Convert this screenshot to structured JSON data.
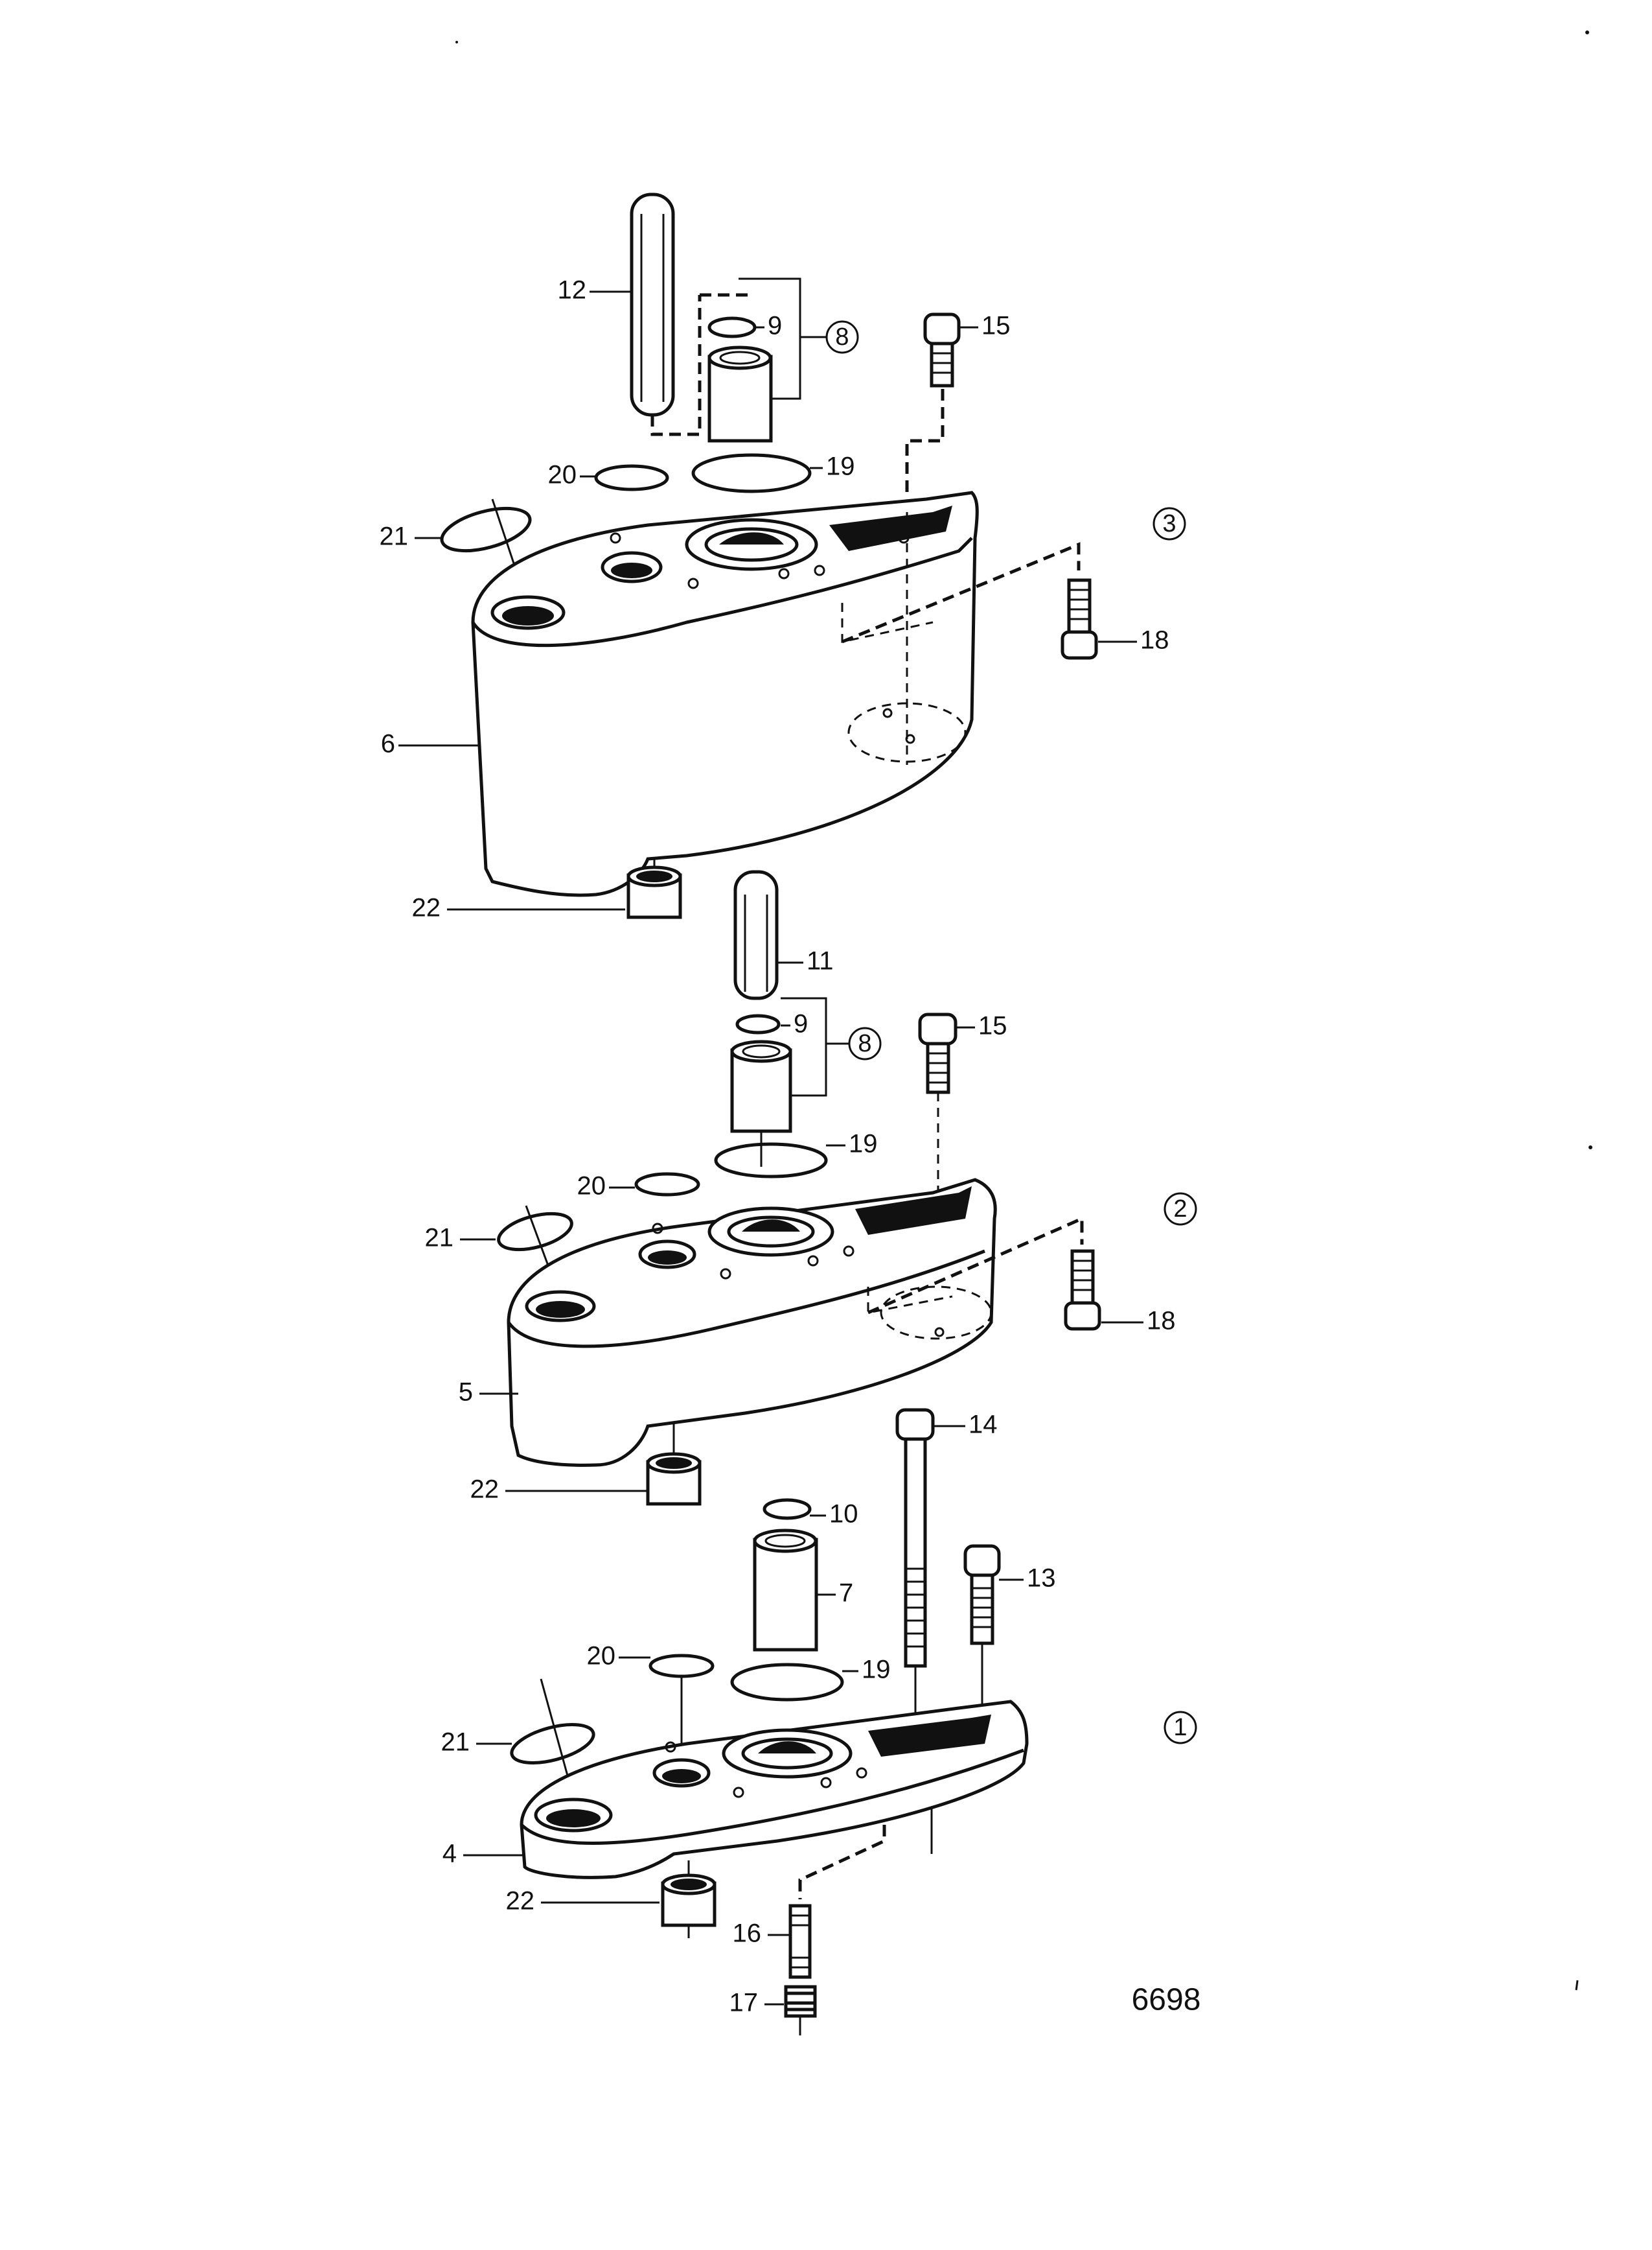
{
  "callouts": {
    "c12": "12",
    "c9a": "9",
    "c8a": "8",
    "c15a": "15",
    "c20a": "20",
    "c19a": "19",
    "c21a": "21",
    "c3": "3",
    "c18a": "18",
    "c6": "6",
    "c22a": "22",
    "c11": "11",
    "c9b": "9",
    "c8b": "8",
    "c15b": "15",
    "c19b": "19",
    "c20b": "20",
    "c21b": "21",
    "c2": "2",
    "c18b": "18",
    "c5": "5",
    "c22b": "22",
    "c14": "14",
    "c10": "10",
    "c13": "13",
    "c7": "7",
    "c20c": "20",
    "c19c": "19",
    "c21c": "21",
    "c1": "1",
    "c4": "4",
    "c22c": "22",
    "c16": "16",
    "c17": "17"
  },
  "figure_number": "6698"
}
